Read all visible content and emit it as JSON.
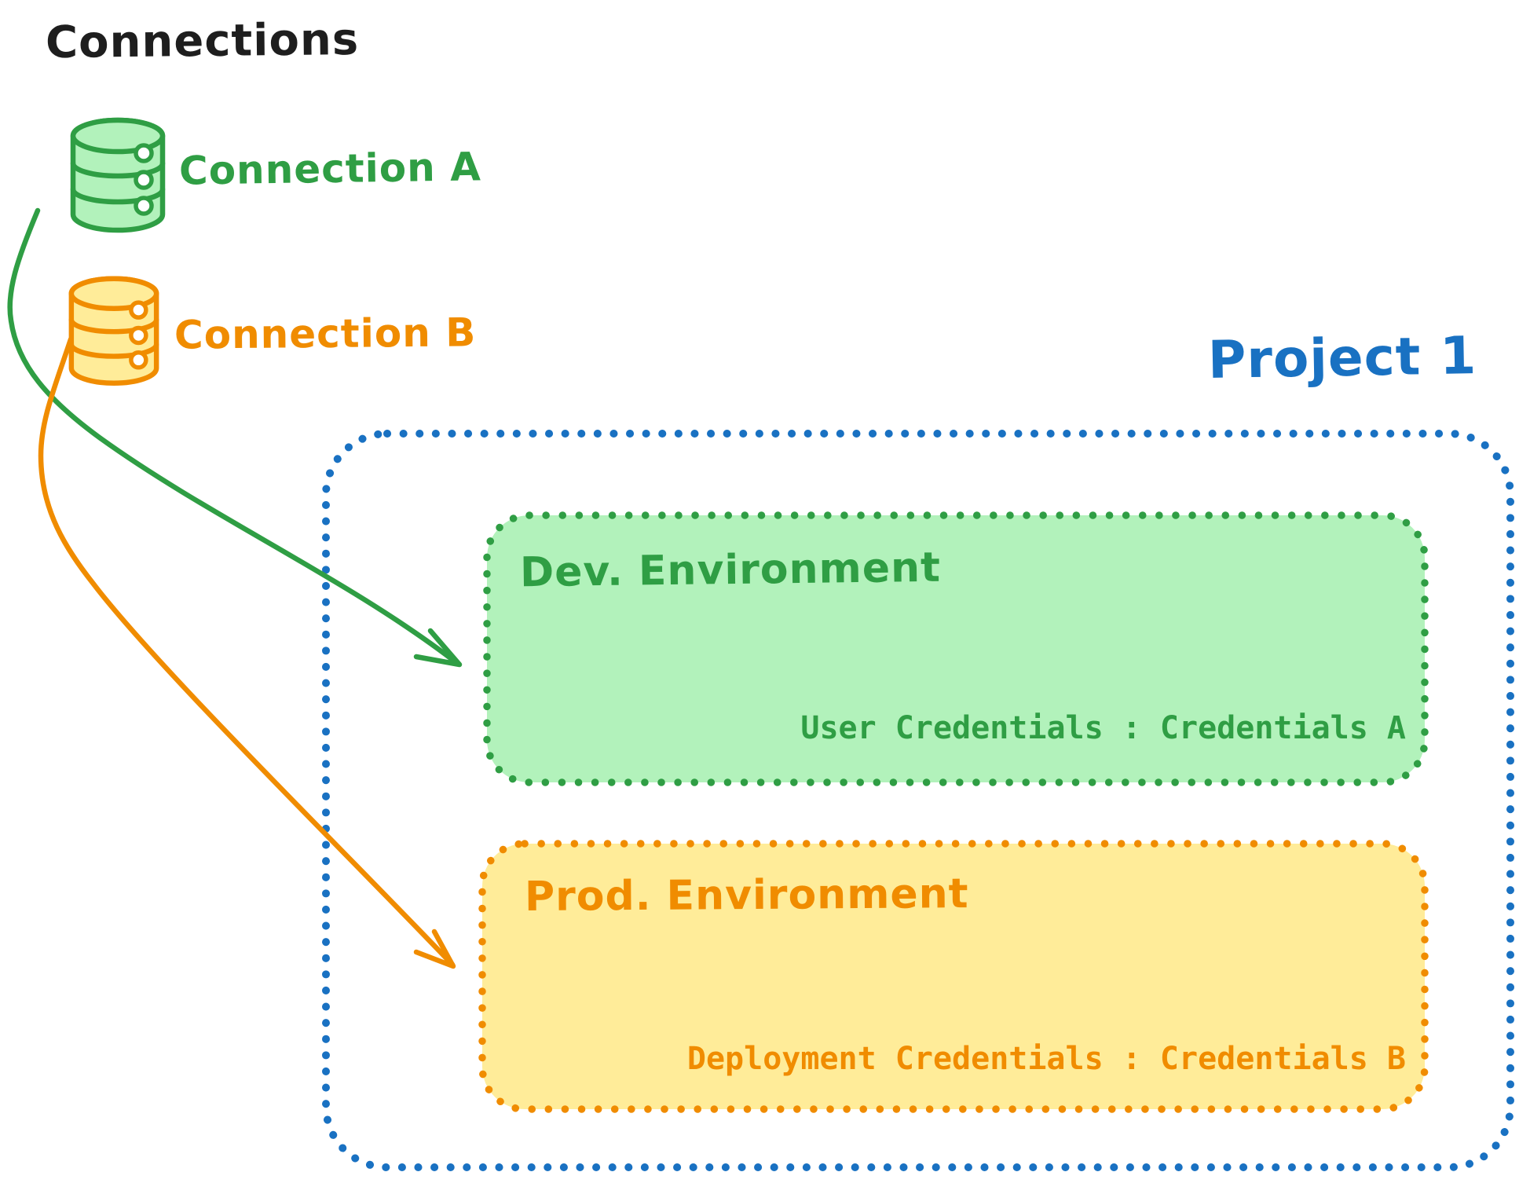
{
  "diagram": {
    "title": "Connections",
    "colors": {
      "black": "#1e1e1e",
      "green_stroke": "#2f9e44",
      "green_fill": "#b2f2bb",
      "orange_stroke": "#f08c00",
      "orange_fill": "#ffec99",
      "blue_stroke": "#1971c2",
      "background": "#ffffff"
    },
    "connections": [
      {
        "label": "Connection A",
        "color": "#2f9e44",
        "icon": "database-cylinder-icon"
      },
      {
        "label": "Connection B",
        "color": "#f08c00",
        "icon": "database-cylinder-icon"
      }
    ],
    "project": {
      "label": "Project 1",
      "border_style": "dotted",
      "environments": [
        {
          "name": "Dev. Environment",
          "credentials_text": "User Credentials : Credentials A",
          "fill": "#b2f2bb",
          "stroke": "#2f9e44"
        },
        {
          "name": "Prod. Environment",
          "credentials_text": "Deployment Credentials : Credentials B",
          "fill": "#ffec99",
          "stroke": "#f08c00"
        }
      ]
    },
    "arrows": [
      {
        "from": "Connection A",
        "to": "Dev. Environment",
        "color": "#2f9e44"
      },
      {
        "from": "Connection B",
        "to": "Prod. Environment",
        "color": "#f08c00"
      }
    ]
  }
}
